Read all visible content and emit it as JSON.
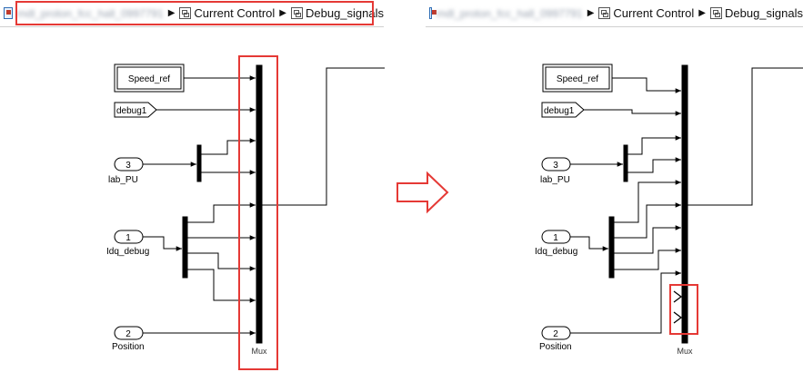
{
  "breadcrumb": {
    "model_name": "mdl_proton_fcc_hall_0997791",
    "items": [
      {
        "label": "Current Control"
      },
      {
        "label": "Debug_signals"
      }
    ]
  },
  "blocks": {
    "speed_ref": "Speed_ref",
    "debug1": "debug1",
    "inport_lab_pu_number": "3",
    "inport_lab_pu_name": "lab_PU",
    "inport_idq_number": "1",
    "inport_idq_name": "Idq_debug",
    "inport_position_number": "2",
    "inport_position_name": "Position",
    "mux_label": "Mux"
  },
  "colors": {
    "highlight": "#e53935",
    "arrow": "#e53935"
  }
}
